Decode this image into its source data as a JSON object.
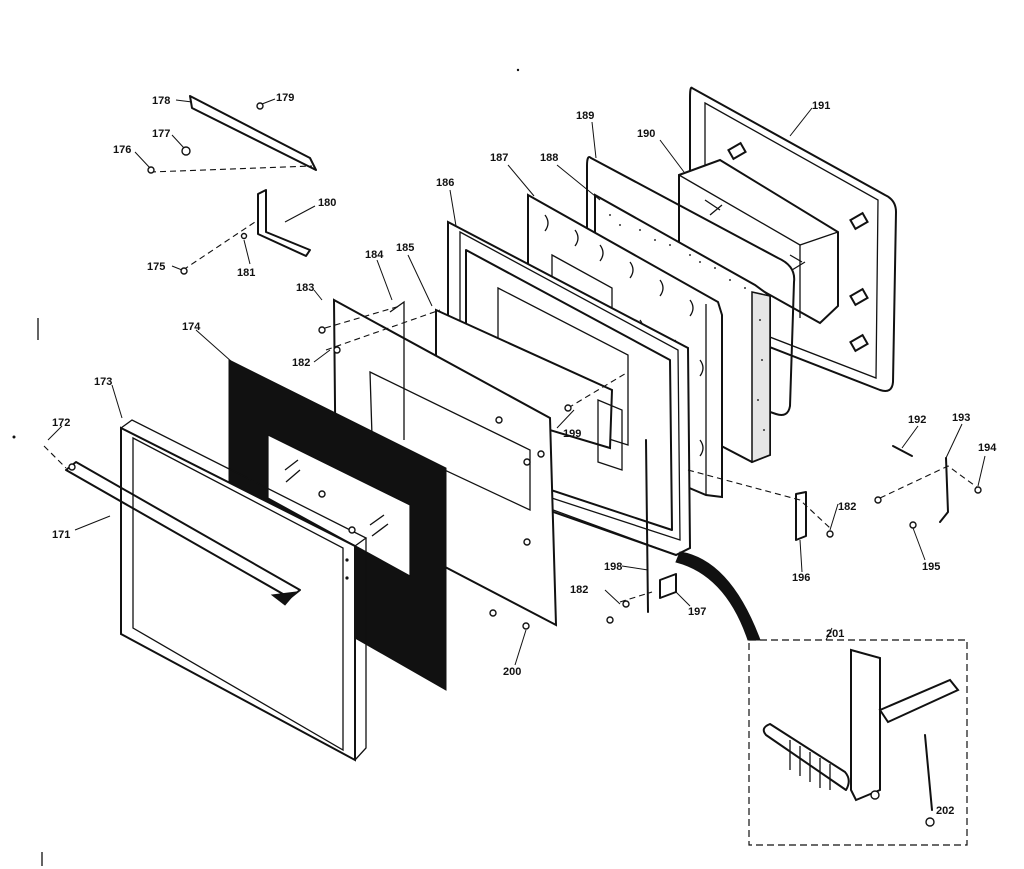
{
  "parts": {
    "p171": "171",
    "p172": "172",
    "p173": "173",
    "p174": "174",
    "p175": "175",
    "p176": "176",
    "p177": "177",
    "p178": "178",
    "p179": "179",
    "p180": "180",
    "p181": "181",
    "p182a": "182",
    "p183": "183",
    "p184": "184",
    "p185": "185",
    "p186": "186",
    "p187": "187",
    "p188": "188",
    "p189": "189",
    "p190": "190",
    "p191": "191",
    "p192": "192",
    "p193": "193",
    "p194": "194",
    "p195": "195",
    "p196": "196",
    "p197": "197",
    "p198": "198",
    "p199": "199",
    "p200": "200",
    "p201": "201",
    "p182b": "182",
    "p182c": "182",
    "p202": "202"
  }
}
